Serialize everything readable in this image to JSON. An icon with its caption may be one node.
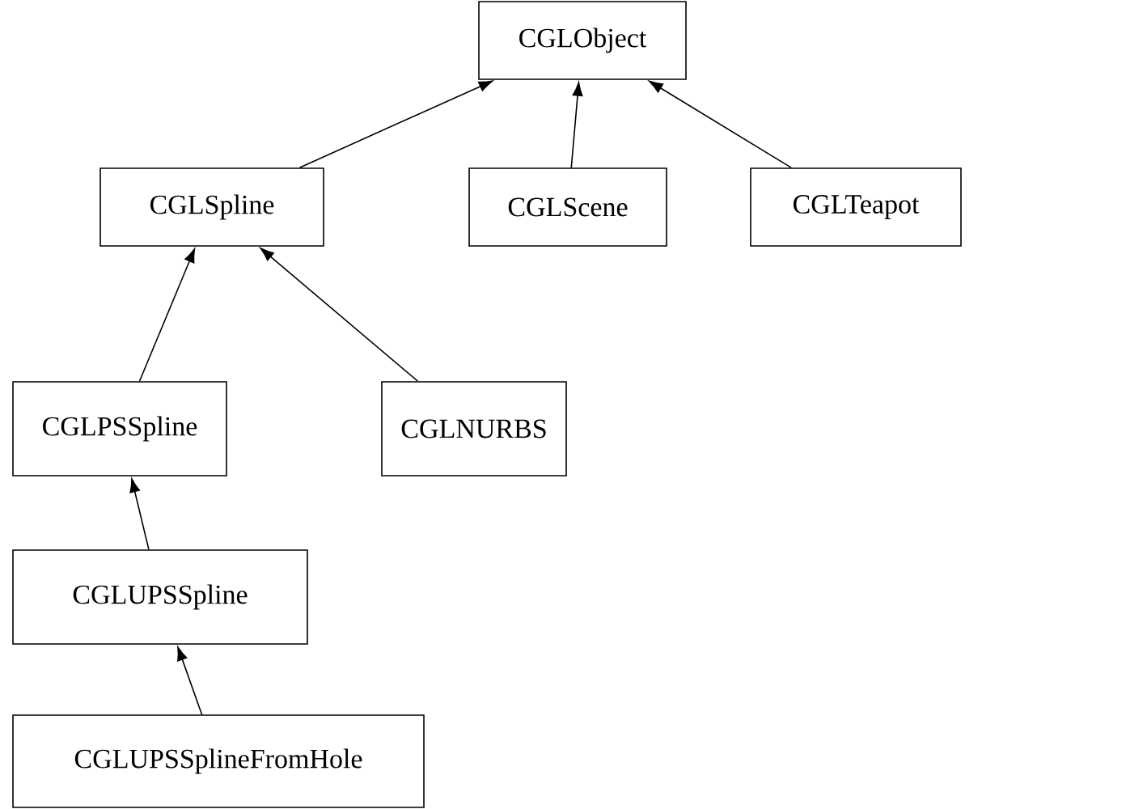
{
  "diagram": {
    "nodes": [
      {
        "text": [
          "CGLObject"
        ]
      },
      {
        "text": [
          "CGLSpline"
        ]
      },
      {
        "text": [
          "CGLScene"
        ]
      },
      {
        "text": [
          "CGLTeapot"
        ]
      },
      {
        "text": [
          "CGLPSSpline"
        ]
      },
      {
        "text": [
          "CGLNURBS"
        ]
      },
      {
        "text": [
          "CGLUPSSpline"
        ]
      },
      {
        "text": [
          "CGLUPSSplineFromHole"
        ]
      }
    ],
    "edges": [
      {
        "from": 1,
        "to": 0,
        "arrow": "to"
      },
      {
        "from": 2,
        "to": 0,
        "arrow": "to"
      },
      {
        "from": 3,
        "to": 0,
        "arrow": "to"
      },
      {
        "from": 4,
        "to": 1,
        "arrow": "to"
      },
      {
        "from": 5,
        "to": 1,
        "arrow": "to"
      },
      {
        "from": 6,
        "to": 4,
        "arrow": "to"
      },
      {
        "from": 7,
        "to": 6,
        "arrow": "to"
      }
    ]
  }
}
